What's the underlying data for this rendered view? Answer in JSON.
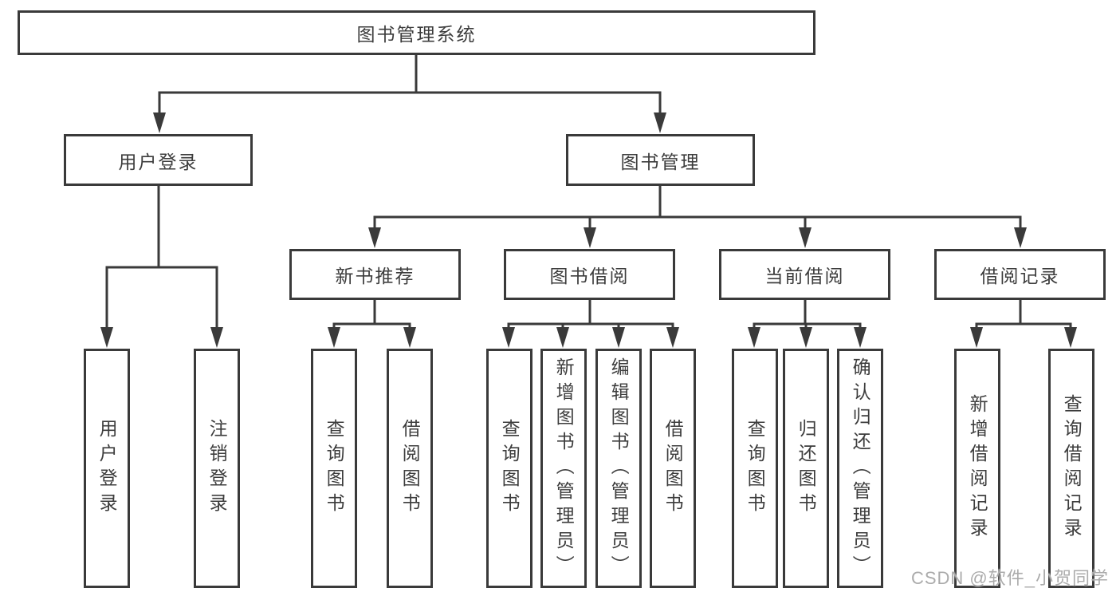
{
  "colors": {
    "line": "#3a3a3a",
    "box_border": "#3a3a3a",
    "text": "#3d3d3d",
    "watermark": "#ababab",
    "background": "#ffffff"
  },
  "watermark": {
    "text": "CSDN @软件_小贺同学"
  },
  "tree": {
    "root": {
      "label": "图书管理系统"
    },
    "level1": [
      {
        "label": "用户登录"
      },
      {
        "label": "图书管理"
      }
    ],
    "level2": [
      {
        "label": "新书推荐",
        "parent": "图书管理"
      },
      {
        "label": "图书借阅",
        "parent": "图书管理"
      },
      {
        "label": "当前借阅",
        "parent": "图书管理"
      },
      {
        "label": "借阅记录",
        "parent": "图书管理"
      }
    ],
    "leaves": [
      {
        "label": "用户登录",
        "parent": "用户登录"
      },
      {
        "label": "注销登录",
        "parent": "用户登录"
      },
      {
        "label": "查询图书",
        "parent": "新书推荐"
      },
      {
        "label": "借阅图书",
        "parent": "新书推荐"
      },
      {
        "label": "查询图书",
        "parent": "图书借阅"
      },
      {
        "label": "新增图书（管理员）",
        "parent": "图书借阅"
      },
      {
        "label": "编辑图书（管理员）",
        "parent": "图书借阅"
      },
      {
        "label": "借阅图书",
        "parent": "图书借阅"
      },
      {
        "label": "查询图书",
        "parent": "当前借阅"
      },
      {
        "label": "归还图书",
        "parent": "当前借阅"
      },
      {
        "label": "确认归还（管理员）",
        "parent": "当前借阅"
      },
      {
        "label": "新增借阅记录",
        "parent": "借阅记录"
      },
      {
        "label": "查询借阅记录",
        "parent": "借阅记录"
      }
    ]
  }
}
